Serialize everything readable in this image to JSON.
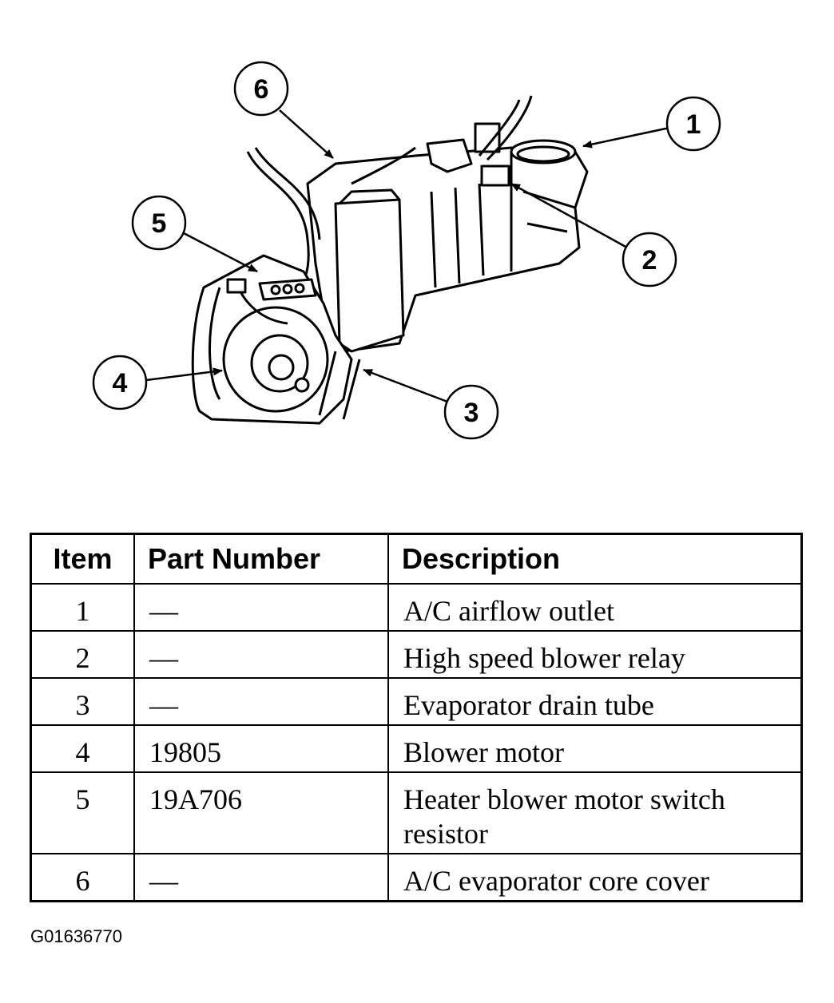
{
  "callouts": [
    "1",
    "2",
    "3",
    "4",
    "5",
    "6"
  ],
  "table": {
    "headers": {
      "item": "Item",
      "part_number": "Part Number",
      "description": "Description"
    },
    "rows": [
      {
        "item": "1",
        "part_number": "—",
        "description": "A/C airflow outlet"
      },
      {
        "item": "2",
        "part_number": "—",
        "description": "High speed blower relay"
      },
      {
        "item": "3",
        "part_number": "—",
        "description": "Evaporator drain tube"
      },
      {
        "item": "4",
        "part_number": "19805",
        "description": "Blower motor"
      },
      {
        "item": "5",
        "part_number": "19A706",
        "description": "Heater blower motor switch resistor"
      },
      {
        "item": "6",
        "part_number": "—",
        "description": "A/C evaporator core cover"
      }
    ]
  },
  "figure_code": "G01636770"
}
